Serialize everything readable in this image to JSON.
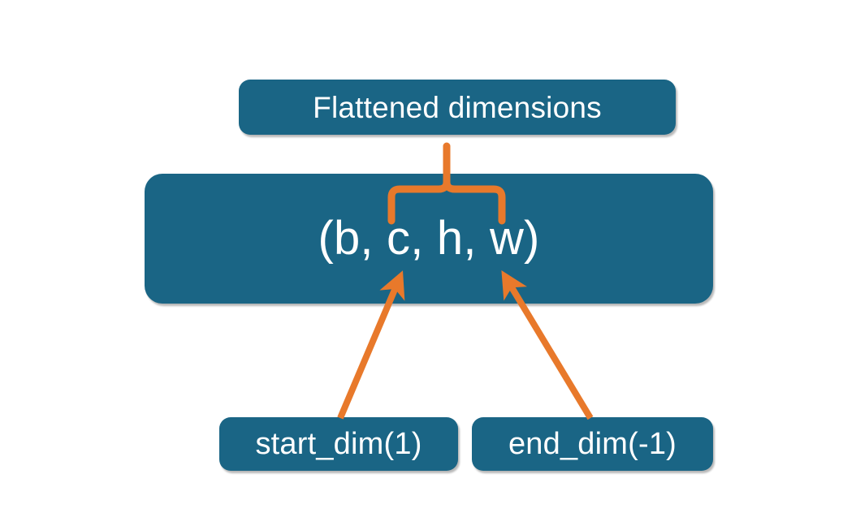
{
  "diagram": {
    "title_box": {
      "label": "Flattened dimensions"
    },
    "tuple_box": {
      "label": "(b, c, h, w)"
    },
    "param_boxes": [
      {
        "label": "start_dim(1)"
      },
      {
        "label": "end_dim(-1)"
      }
    ],
    "colors": {
      "box_fill": "#1a6585",
      "box_border": "#0e2436",
      "box_text": "#ffffff",
      "connector": "#e8792b",
      "background": "#ffffff"
    },
    "connectors": {
      "brace_name": "curly-brace-connector",
      "arrow_left_name": "start-dim-arrow",
      "arrow_right_name": "end-dim-arrow"
    }
  }
}
